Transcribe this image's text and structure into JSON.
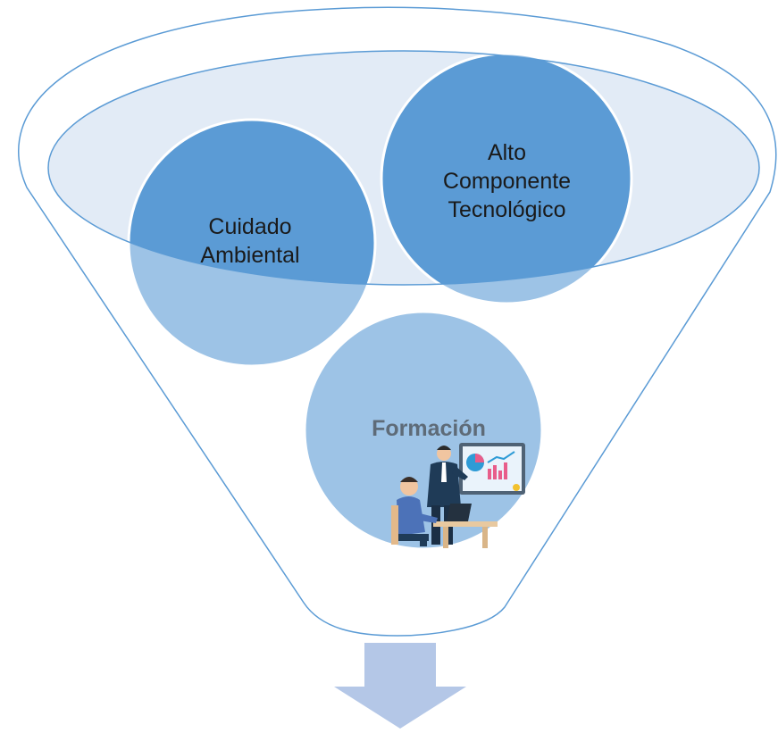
{
  "diagram": {
    "type": "funnel",
    "circles": {
      "cuidado": {
        "line1": "Cuidado",
        "line2": "Ambiental"
      },
      "alto": {
        "line1": "Alto",
        "line2": "Componente",
        "line3": "Tecnológico"
      },
      "formacion": {
        "label": "Formación"
      }
    },
    "colors": {
      "funnel_outline": "#5b9bd5",
      "rim_fill": "#dde8f5",
      "circle_dark": "#5b9bd5",
      "circle_light": "#9dc3e6",
      "arrow": "#b4c7e7",
      "label_muted": "#5e6b78"
    },
    "icons": [
      "presenter-illustration-icon",
      "down-arrow-icon"
    ]
  }
}
